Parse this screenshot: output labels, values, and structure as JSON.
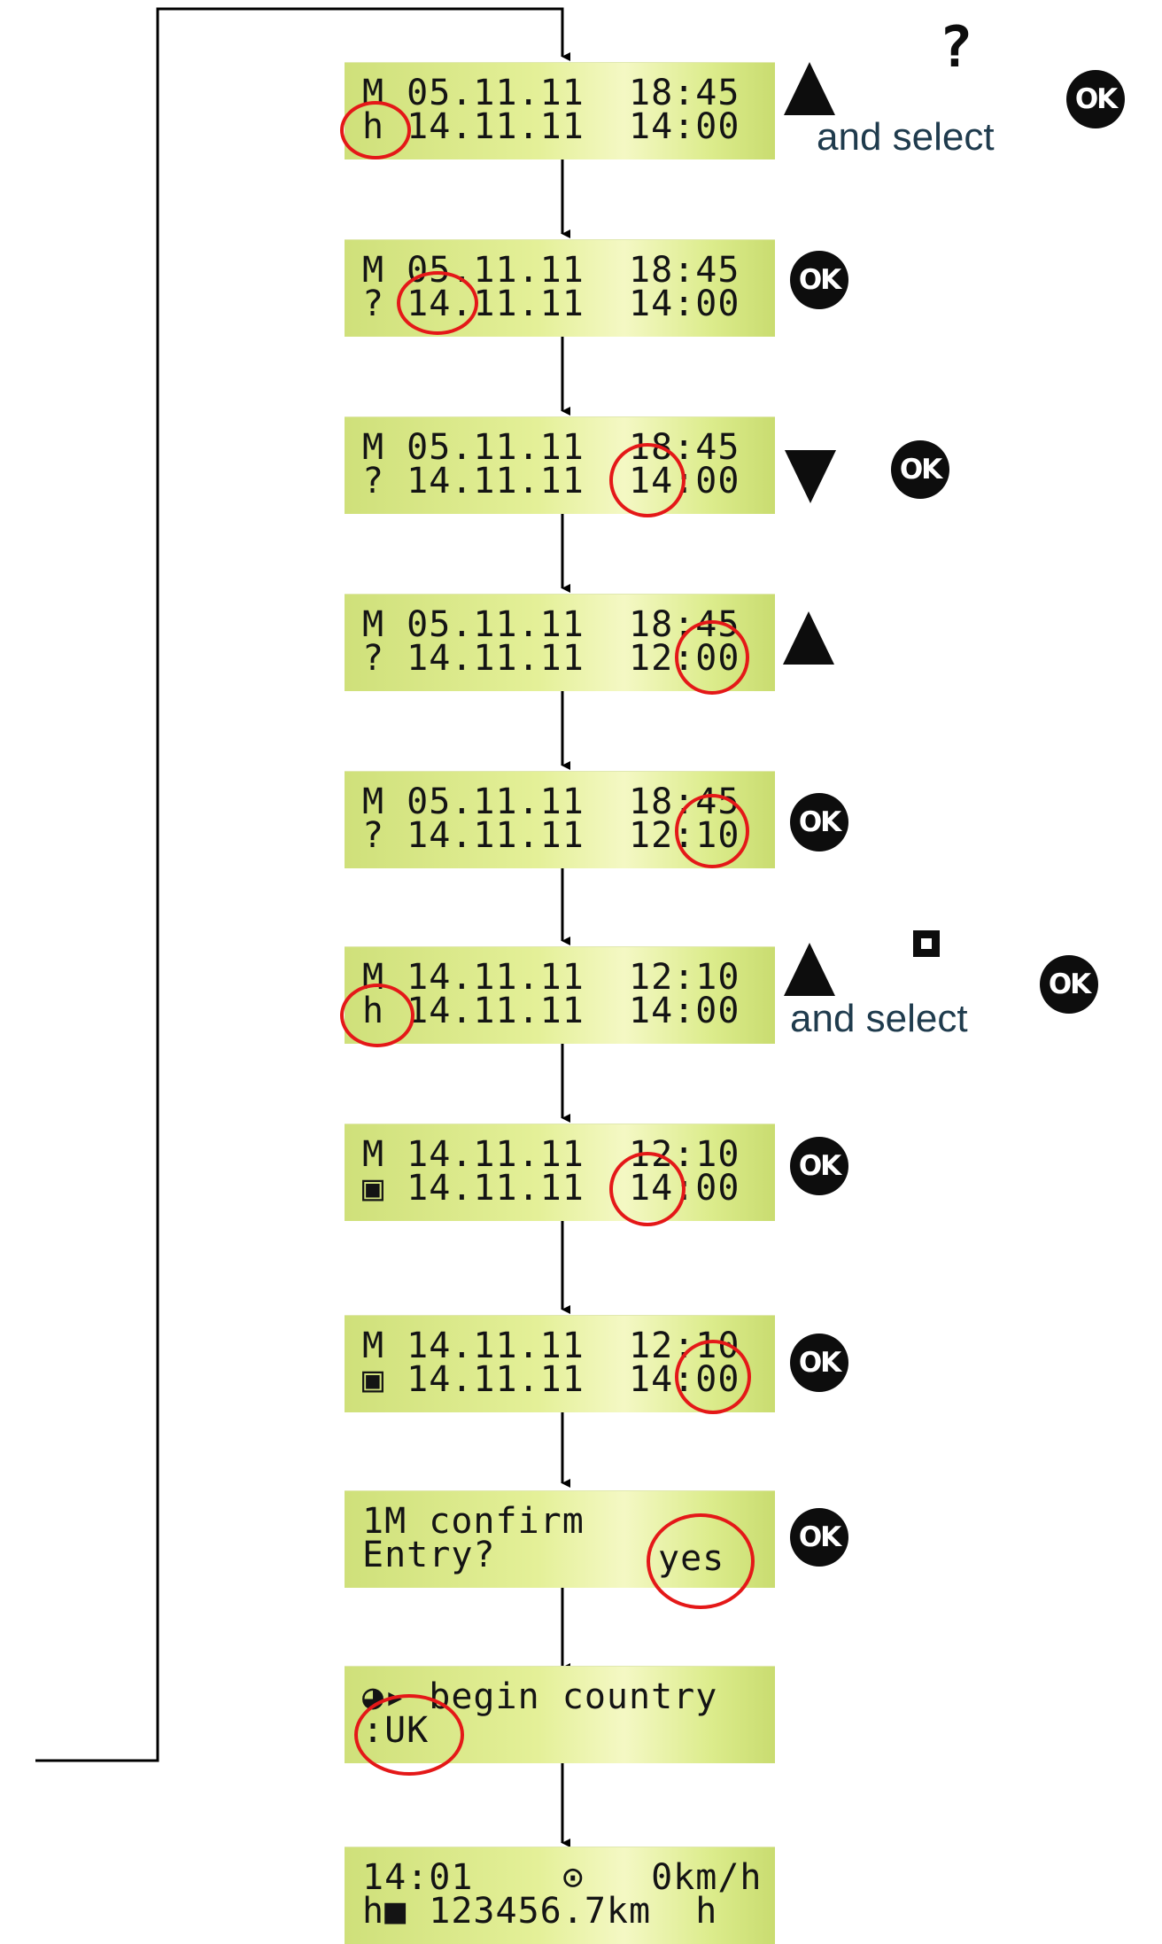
{
  "screens": [
    {
      "line1": "M 05.11.11  18:45",
      "line2": "h 14.11.11  14:00"
    },
    {
      "line1": "M 05.11.11  18:45",
      "line2": "? 14.11.11  14:00"
    },
    {
      "line1": "M 05.11.11  18:45",
      "line2": "? 14.11.11  14:00"
    },
    {
      "line1": "M 05.11.11  18:45",
      "line2": "? 14.11.11  12:00"
    },
    {
      "line1": "M 05.11.11  18:45",
      "line2": "? 14.11.11  12:10"
    },
    {
      "line1": "M 14.11.11  12:10",
      "line2": "h 14.11.11  14:00"
    },
    {
      "line1": "M 14.11.11  12:10",
      "line2": "▣ 14.11.11  14:00"
    },
    {
      "line1": "M 14.11.11  12:10",
      "line2": "▣ 14.11.11  14:00"
    },
    {
      "line1": "1M confirm",
      "line2": "Entry?",
      "extra": "yes"
    },
    {
      "line1": "◕▸ begin country",
      "line2": ":UK"
    },
    {
      "line1": "14:01    ⊙   0km/h",
      "line2": "h■ 123456.7km  h"
    }
  ],
  "buttons": {
    "ok_label": "OK"
  },
  "notes": {
    "and_select": "and select",
    "question_symbol": "?"
  },
  "icons": {
    "up": "triangle-up-icon",
    "down": "triangle-down-icon",
    "ok": "ok-button-icon",
    "box": "square-symbol-icon"
  },
  "colors": {
    "highlight": "#e41818",
    "lcd": "#e4f098",
    "ink": "#0d0d0d",
    "note": "#1f3b4d"
  }
}
